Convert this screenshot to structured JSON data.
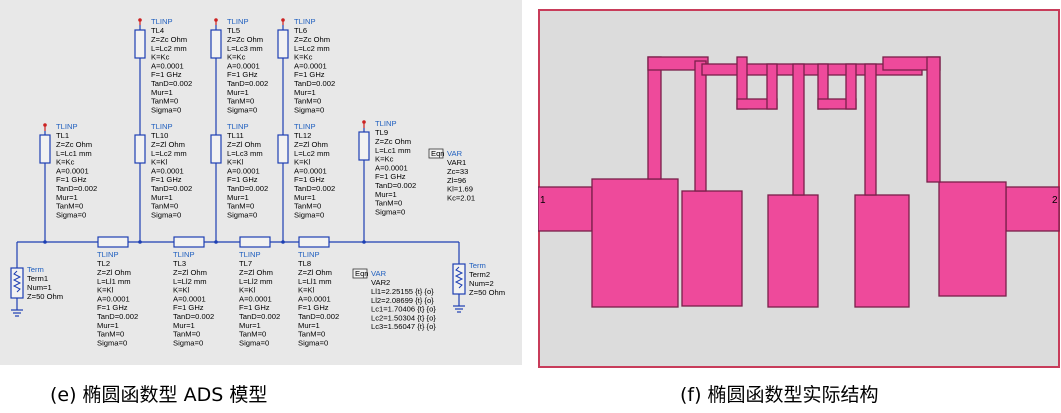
{
  "captions": {
    "e": "(e) 椭圆函数型 ADS 模型",
    "f": "(f) 椭圆函数型实际结构"
  },
  "colors": {
    "schematic_bg": "#e8e8e8",
    "wire": "#1d3fb3",
    "component_label": "#1f5fbf",
    "stub_marker": "#cc2222",
    "metal": "#ee4a9b",
    "metal_edge": "#7a1f4a",
    "substrate": "#dcdcdc",
    "substrate_border": "#c83c5a"
  },
  "schematic": {
    "part_type": "TLINP",
    "top_stubs": [
      {
        "name": "TL4",
        "params": [
          "Z=Zc Ohm",
          "L=Lc2 mm",
          "K=Kc",
          "A=0.0001",
          "F=1 GHz",
          "TanD=0.002",
          "Mur=1",
          "TanM=0",
          "Sigma=0"
        ]
      },
      {
        "name": "TL5",
        "params": [
          "Z=Zc Ohm",
          "L=Lc3 mm",
          "K=Kc",
          "A=0.0001",
          "F=1 GHz",
          "TanD=0.002",
          "Mur=1",
          "TanM=0",
          "Sigma=0"
        ]
      },
      {
        "name": "TL6",
        "params": [
          "Z=Zc Ohm",
          "L=Lc2 mm",
          "K=Kc",
          "A=0.0001",
          "F=1 GHz",
          "TanD=0.002",
          "Mur=1",
          "TanM=0",
          "Sigma=0"
        ]
      }
    ],
    "mid_stubs": [
      {
        "name": "TL1",
        "params": [
          "Z=Zc Ohm",
          "L=Lc1 mm",
          "K=Kc",
          "A=0.0001",
          "F=1 GHz",
          "TanD=0.002",
          "Mur=1",
          "TanM=0",
          "Sigma=0"
        ]
      },
      {
        "name": "TL10",
        "params": [
          "Z=Zl Ohm",
          "L=Lc2 mm",
          "K=Kl",
          "A=0.0001",
          "F=1 GHz",
          "TanD=0.002",
          "Mur=1",
          "TanM=0",
          "Sigma=0"
        ]
      },
      {
        "name": "TL11",
        "params": [
          "Z=Zl Ohm",
          "L=Lc3 mm",
          "K=Kl",
          "A=0.0001",
          "F=1 GHz",
          "TanD=0.002",
          "Mur=1",
          "TanM=0",
          "Sigma=0"
        ]
      },
      {
        "name": "TL12",
        "params": [
          "Z=Zl Ohm",
          "L=Lc2 mm",
          "K=Kl",
          "A=0.0001",
          "F=1 GHz",
          "TanD=0.002",
          "Mur=1",
          "TanM=0",
          "Sigma=0"
        ]
      },
      {
        "name": "TL9",
        "params": [
          "Z=Zc Ohm",
          "L=Lc1 mm",
          "K=Kc",
          "A=0.0001",
          "F=1 GHz",
          "TanD=0.002",
          "Mur=1",
          "TanM=0",
          "Sigma=0"
        ]
      }
    ],
    "series_lines": [
      {
        "name": "TL2",
        "params": [
          "Z=Zl Ohm",
          "L=Ll1 mm",
          "K=Kl",
          "A=0.0001",
          "F=1 GHz",
          "TanD=0.002",
          "Mur=1",
          "TanM=0",
          "Sigma=0"
        ]
      },
      {
        "name": "TL3",
        "params": [
          "Z=Zl Ohm",
          "L=Ll2 mm",
          "K=Kl",
          "A=0.0001",
          "F=1 GHz",
          "TanD=0.002",
          "Mur=1",
          "TanM=0",
          "Sigma=0"
        ]
      },
      {
        "name": "TL7",
        "params": [
          "Z=Zl Ohm",
          "L=Ll2 mm",
          "K=Kl",
          "A=0.0001",
          "F=1 GHz",
          "TanD=0.002",
          "Mur=1",
          "TanM=0",
          "Sigma=0"
        ]
      },
      {
        "name": "TL8",
        "params": [
          "Z=Zl Ohm",
          "L=Ll1 mm",
          "K=Kl",
          "A=0.0001",
          "F=1 GHz",
          "TanD=0.002",
          "Mur=1",
          "TanM=0",
          "Sigma=0"
        ]
      }
    ],
    "terms": [
      {
        "type": "Term",
        "name": "Term1",
        "params": [
          "Num=1",
          "Z=50 Ohm"
        ]
      },
      {
        "type": "Term",
        "name": "Term2",
        "params": [
          "Num=2",
          "Z=50 Ohm"
        ]
      }
    ],
    "var1": {
      "tag": "VAR",
      "name": "VAR1",
      "params": [
        "Zc=33",
        "Zl=96",
        "Kl=1.69",
        "Kc=2.01"
      ]
    },
    "var2": {
      "tag": "VAR",
      "name": "VAR2",
      "params": [
        "Ll1=2.25155 {t} {o}",
        "Ll2=2.08699 {t} {o}",
        "Lc1=1.70406 {t} {o}",
        "Lc2=1.50304 {t} {o}",
        "Lc3=1.56047 {t} {o}"
      ]
    }
  },
  "layout": {
    "port_labels": [
      "1",
      "2"
    ]
  }
}
